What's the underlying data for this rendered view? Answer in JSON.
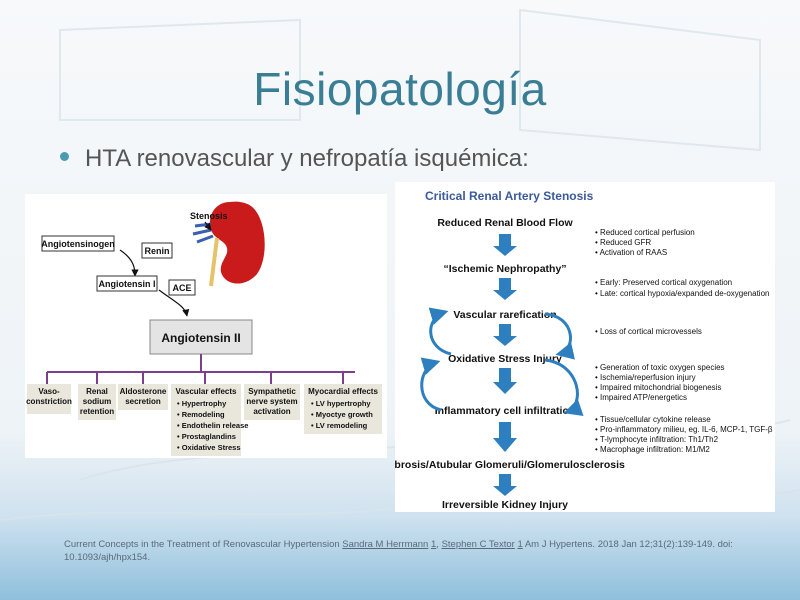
{
  "slide": {
    "title": "Fisiopatología",
    "bullet": "HTA renovascular y nefropatía isquémica:"
  },
  "left_diagram": {
    "stenosis": "Stenosis",
    "renin": "Renin",
    "angiotensinogen": "Angiotensinogen",
    "angiotensin1": "Angiotensin I",
    "ace": "ACE",
    "angiotensin2": "Angiotensin II",
    "effects": [
      {
        "title": [
          "Vaso-",
          "constriction"
        ],
        "items": []
      },
      {
        "title": [
          "Renal",
          "sodium",
          "retention"
        ],
        "items": []
      },
      {
        "title": [
          "Aldosterone",
          "secretion"
        ],
        "items": []
      },
      {
        "title": [
          "Vascular effects"
        ],
        "items": [
          "Hypertrophy",
          "Remodeling",
          "Endothelin release",
          "Prostaglandins",
          "Oxidative Stress"
        ]
      },
      {
        "title": [
          "Sympathetic",
          "nerve system",
          "activation"
        ],
        "items": []
      },
      {
        "title": [
          "Myocardial effects"
        ],
        "items": [
          "LV hypertrophy",
          "Myoctye growth",
          "LV remodeling"
        ]
      }
    ]
  },
  "right_diagram": {
    "title": "Critical Renal Artery Stenosis",
    "steps": [
      "Reduced Renal Blood Flow",
      "“Ischemic Nephropathy”",
      "Vascular rarefication",
      "Oxidative Stress Injury",
      "Inflammatory cell infiltration",
      "Fibrosis/Atubular Glomeruli/Glomerulosclerosis",
      "Irreversible Kidney Injury"
    ],
    "notes": [
      [
        "Reduced cortical perfusion",
        "Reduced GFR",
        "Activation of RAAS"
      ],
      [
        "Early: Preserved cortical oxygenation",
        "Late: cortical hypoxia/expanded de-oxygenation"
      ],
      [
        "Loss of cortical microvessels"
      ],
      [
        "Generation of toxic oxygen species",
        "Ischemia/reperfusion injury",
        "Impaired mitochondrial biogenesis",
        "Impaired ATP/energetics"
      ],
      [
        "Tissue/cellular cytokine release",
        "Pro-inflammatory milieu, eg. IL-6, MCP-1, TGF-β",
        "T-lymphocyte infiltration: Th1/Th2",
        "Macrophage infiltration: M1/M2"
      ]
    ]
  },
  "citation": {
    "text1": "Current Concepts in the Treatment of Renovascular Hypertension ",
    "author1": "Sandra M Herrmann",
    "sep1": " ",
    "ref1": "1",
    "sep2": ", ",
    "author2": "Stephen C Textor",
    "sep3": " ",
    "ref2": "1",
    "text2": " Am J Hypertens. 2018 Jan 12;31(2):139-149.  doi: 10.1093/ajh/hpx154."
  },
  "colors": {
    "title": "#3a7e95",
    "purple_line": "#7b3f8c",
    "arrow_blue": "#2e7fc0",
    "kidney_red": "#c91b1b"
  }
}
